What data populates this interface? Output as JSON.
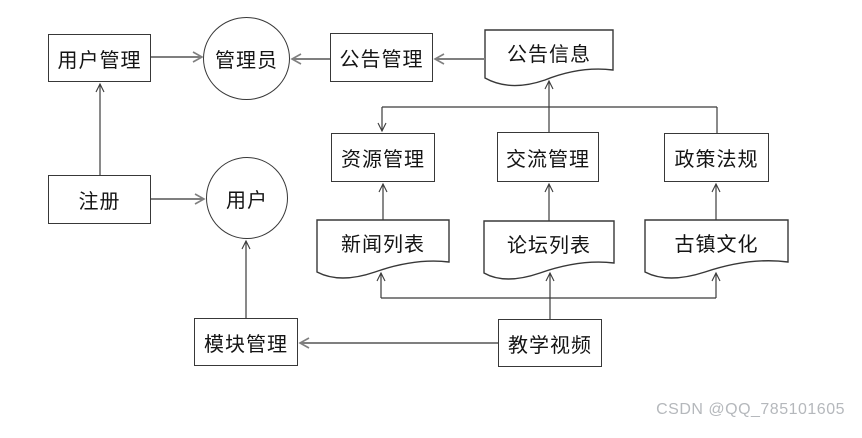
{
  "diagram": {
    "nodes": {
      "user_mgmt": {
        "label": "用户管理",
        "shape": "rect"
      },
      "admin": {
        "label": "管理员",
        "shape": "circle"
      },
      "notice_mgmt": {
        "label": "公告管理",
        "shape": "rect"
      },
      "notice_info": {
        "label": "公告信息",
        "shape": "document"
      },
      "register": {
        "label": "注册",
        "shape": "rect"
      },
      "user": {
        "label": "用户",
        "shape": "circle"
      },
      "resource_mgmt": {
        "label": "资源管理",
        "shape": "rect"
      },
      "comm_mgmt": {
        "label": "交流管理",
        "shape": "rect"
      },
      "policy": {
        "label": "政策法规",
        "shape": "rect"
      },
      "news_list": {
        "label": "新闻列表",
        "shape": "document"
      },
      "forum_list": {
        "label": "论坛列表",
        "shape": "document"
      },
      "town_culture": {
        "label": "古镇文化",
        "shape": "document"
      },
      "module_mgmt": {
        "label": "模块管理",
        "shape": "rect"
      },
      "teaching_video": {
        "label": "教学视频",
        "shape": "rect"
      }
    },
    "edges": [
      {
        "from": "用户管理",
        "to": "管理员",
        "style": "thick-gray"
      },
      {
        "from": "公告信息",
        "to": "公告管理",
        "style": "thick-gray"
      },
      {
        "from": "公告管理",
        "to": "管理员",
        "style": "thick-gray"
      },
      {
        "from": "注册",
        "to": "用户",
        "style": "thick-gray"
      },
      {
        "from": "教学视频",
        "to": "模块管理",
        "style": "thick-gray"
      },
      {
        "from": "注册",
        "to": "用户管理",
        "style": "thin-black"
      },
      {
        "from": "模块管理",
        "to": "用户",
        "style": "thin-black"
      },
      {
        "from": "新闻列表",
        "to": "资源管理",
        "style": "thin-black"
      },
      {
        "from": "论坛列表",
        "to": "交流管理",
        "style": "thin-black"
      },
      {
        "from": "古镇文化",
        "to": "政策法规",
        "style": "thin-black"
      },
      {
        "from": "教学视频",
        "to": "新闻列表",
        "style": "thin-black",
        "note": "via bottom bus line"
      },
      {
        "from": "教学视频",
        "to": "论坛列表",
        "style": "thin-black",
        "note": "via bottom bus line"
      },
      {
        "from": "教学视频",
        "to": "古镇文化",
        "style": "thin-black",
        "note": "via bottom bus line"
      },
      {
        "from": "交流管理/政策法规 bus",
        "to": "公告信息",
        "style": "thin-black",
        "note": "top bus: arrow up into 公告信息"
      },
      {
        "from": "交流管理/政策法规 bus",
        "to": "资源管理",
        "style": "thin-black",
        "note": "top bus: arrow down into 资源管理"
      }
    ],
    "colors": {
      "background": "#ffffff",
      "shape_border": "#383838",
      "thin_line": "#3b3b3b",
      "thick_gray_line": "#7f7f7f",
      "text": "#141414"
    }
  },
  "watermark": {
    "text": "CSDN @QQ_785101605",
    "color": "#b5b8bc"
  }
}
